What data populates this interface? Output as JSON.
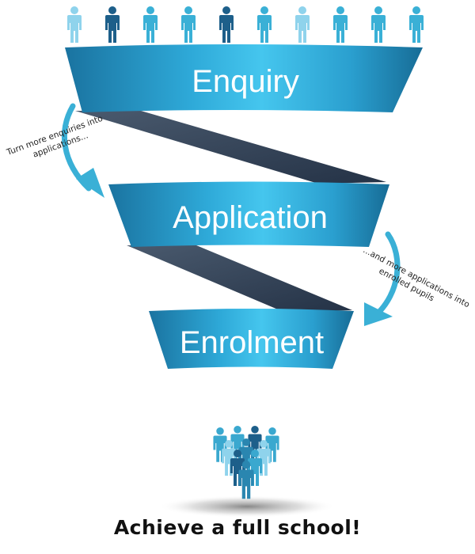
{
  "funnel": {
    "stages": [
      {
        "label": "Enquiry"
      },
      {
        "label": "Application"
      },
      {
        "label": "Enrolment"
      }
    ],
    "notes": {
      "left": [
        "Turn more enquiries into",
        "applications..."
      ],
      "right": [
        "...and more applications into",
        "enrolled pupils"
      ]
    }
  },
  "people_row": {
    "count": 10,
    "colors": [
      "#8fd3ec",
      "#1d5f8a",
      "#3ab0d6",
      "#3ab0d6",
      "#1d5f8a",
      "#3ab0d6",
      "#8fd3ec",
      "#3ab0d6",
      "#3ab0d6",
      "#3ab0d6"
    ]
  },
  "group_icon": {
    "colors": [
      "#3aa8cf",
      "#1d5f8a",
      "#8fd3ec",
      "#2a86b0"
    ]
  },
  "tagline": "Achieve a full school!",
  "colors": {
    "funnel_light": "#3fc3ea",
    "funnel_dark": "#176c96",
    "ribbon_shadow": "#2d3c50",
    "arrow": "#3ab0d6"
  }
}
